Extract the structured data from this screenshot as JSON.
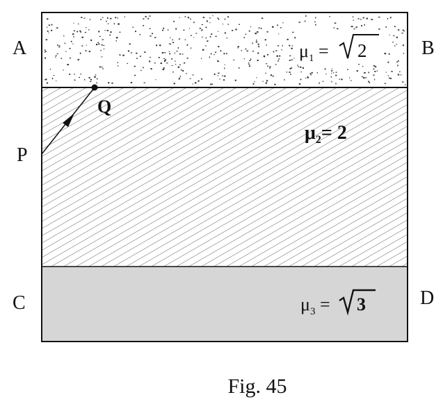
{
  "labels": {
    "A": "A",
    "B": "B",
    "C": "C",
    "D": "D",
    "P": "P",
    "Q": "Q"
  },
  "media": [
    {
      "symbol": "μ",
      "subscript": "1",
      "value": "2",
      "radical": true,
      "fill": "dotted",
      "color": "#ffffff"
    },
    {
      "symbol": "μ",
      "subscript": "2",
      "value": "2",
      "radical": false,
      "fill": "diagonal-hatch",
      "color": "#ffffff"
    },
    {
      "symbol": "μ",
      "subscript": "3",
      "value": "3",
      "radical": true,
      "fill": "solid",
      "color": "#d6d6d6"
    }
  ],
  "caption": "Fig. 45"
}
